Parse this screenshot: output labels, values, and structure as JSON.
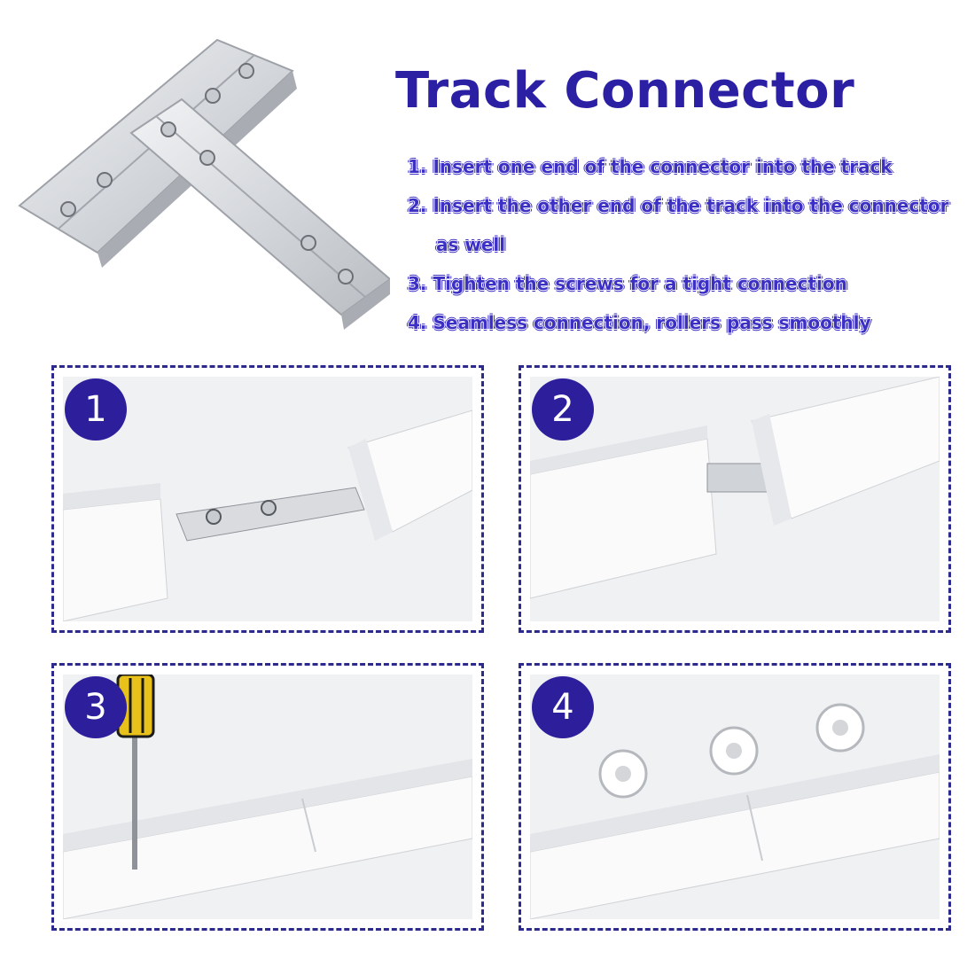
{
  "title": "Track Connector",
  "steps": [
    {
      "number": "1.",
      "text": "Insert one end of the connector into the track",
      "continuation": ""
    },
    {
      "number": "2.",
      "text": "Insert the other end of the track into the connector",
      "continuation": "as well"
    },
    {
      "number": "3.",
      "text": "Tighten the screws for a tight connection",
      "continuation": ""
    },
    {
      "number": "4.",
      "text": "Seamless connection, rollers pass smoothly",
      "continuation": ""
    }
  ],
  "panels": [
    {
      "badge": "1"
    },
    {
      "badge": "2"
    },
    {
      "badge": "3"
    },
    {
      "badge": "4"
    }
  ],
  "colors": {
    "title": "#2b1fa3",
    "step_text": "#3b2fc4",
    "badge_bg": "#2d1e9c",
    "panel_border": "#2d2a8e",
    "screwdriver_handle": "#e8c21a"
  }
}
